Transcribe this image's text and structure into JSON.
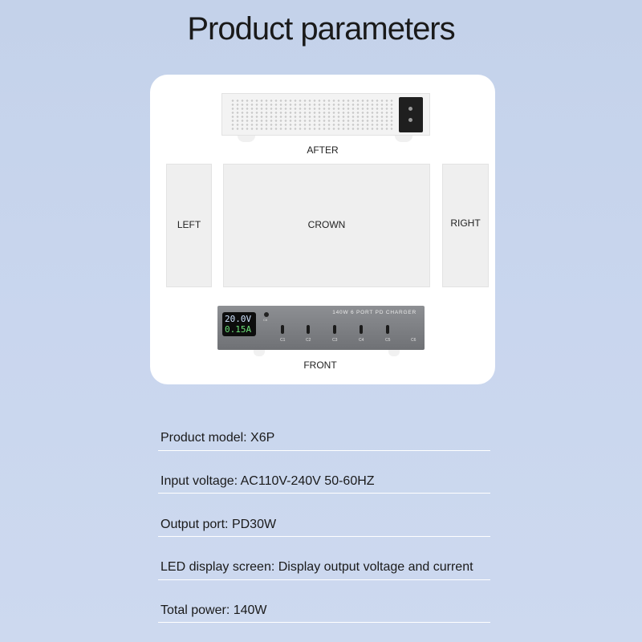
{
  "page_title": "Product parameters",
  "views": {
    "after": "AFTER",
    "left": "LEFT",
    "crown": "CROWN",
    "right": "RIGHT",
    "front": "FRONT"
  },
  "device": {
    "brand_text": "140W 6 PORT PD CHARGER",
    "led_voltage": "20.0V",
    "led_current": "0.15A",
    "button_label": "C6",
    "ports": [
      "C1",
      "C2",
      "C3",
      "C4",
      "C5",
      "C6"
    ]
  },
  "parameters": [
    "Product model: X6P",
    "Input voltage: AC110V-240V 50-60HZ",
    "Output port: PD30W",
    "LED display screen: Display output voltage and current",
    "Total power: 140W"
  ]
}
